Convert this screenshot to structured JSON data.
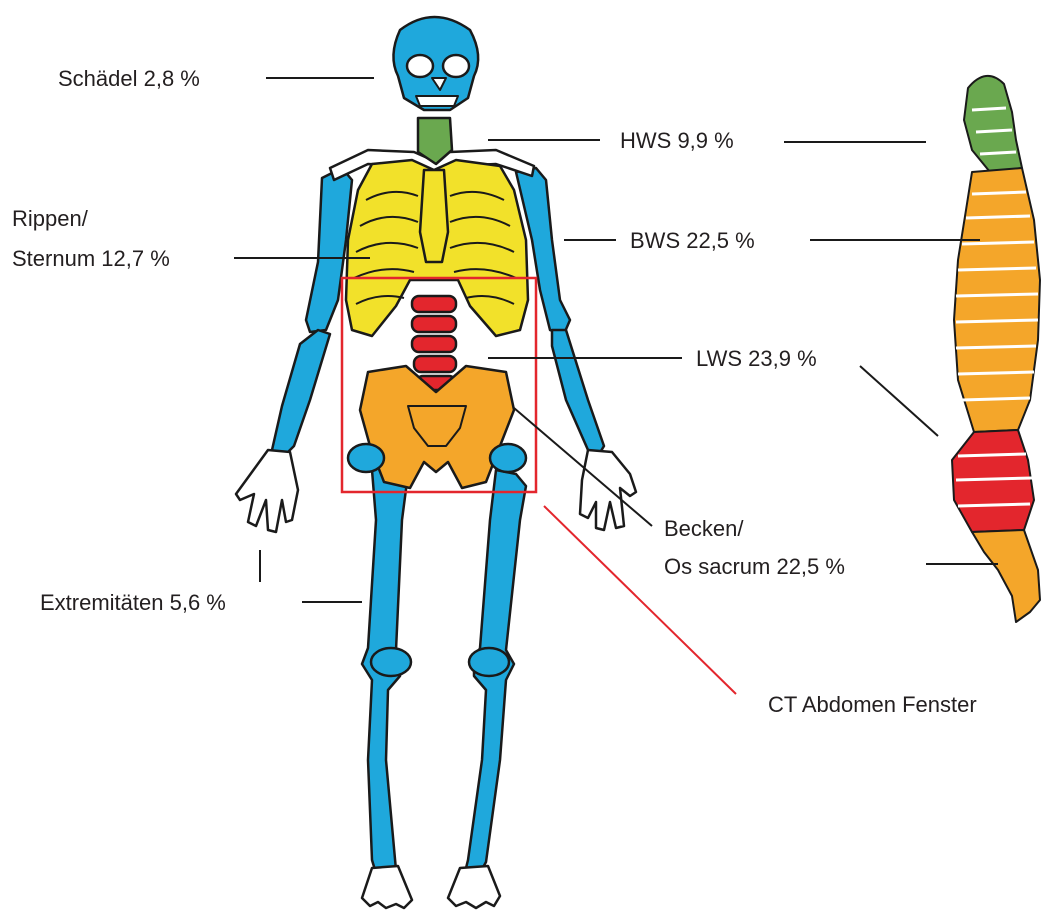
{
  "labels": {
    "schaedel": "Schädel 2,8 %",
    "hws": "HWS 9,9 %",
    "rippen_1": "Rippen/",
    "rippen_2": "Sternum 12,7 %",
    "bws": "BWS 22,5 %",
    "lws": "LWS 23,9 %",
    "becken_1": "Becken/",
    "becken_2": "Os sacrum 22,5 %",
    "extremitaeten": "Extremitäten 5,6 %",
    "ct_window": "CT Abdomen Fenster"
  },
  "colors": {
    "skull_and_limbs": "#1fa8dc",
    "cervical_spine": "#6aa84f",
    "ribs_sternum": "#f2e12a",
    "thoracic_spine": "#f4a62a",
    "lumbar_spine": "#e3262d",
    "pelvis_sacrum": "#f4a62a",
    "ct_window_frame": "#e3262d",
    "outline": "#1a1a1a"
  }
}
